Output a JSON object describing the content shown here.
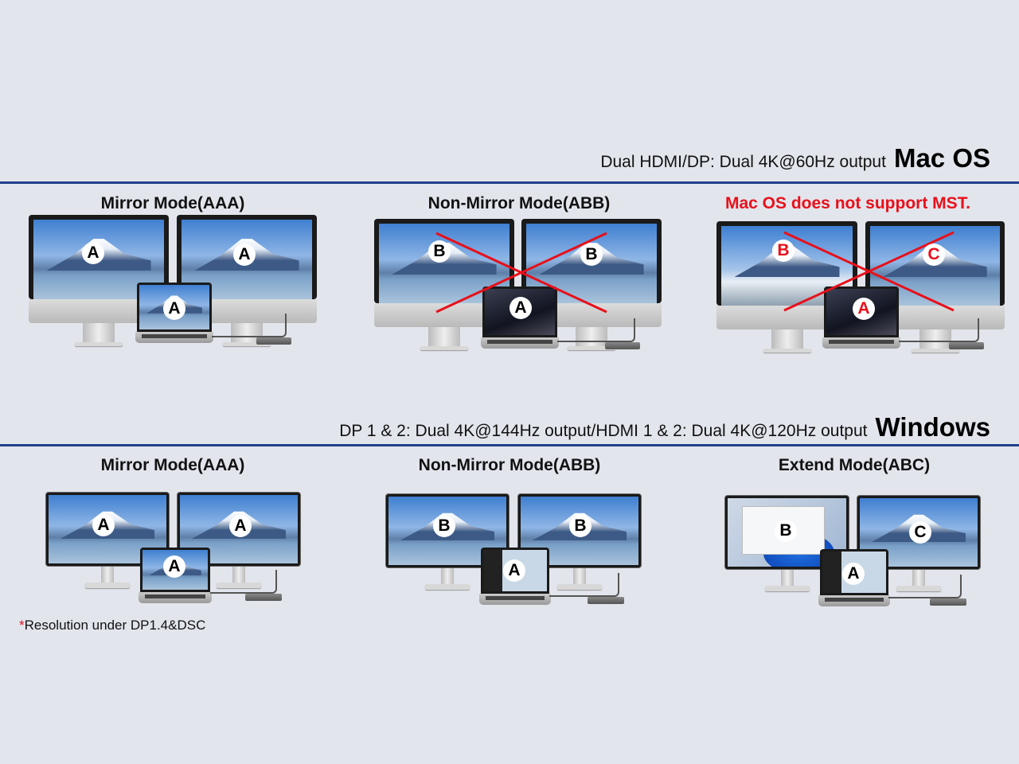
{
  "mac": {
    "subtitle": "Dual HDMI/DP: Dual 4K@60Hz output",
    "os": "Mac OS",
    "scenes": [
      {
        "title": "Mirror Mode(AAA)",
        "labels": [
          "A",
          "A",
          "A"
        ],
        "crossed": false
      },
      {
        "title": "Non-Mirror Mode(ABB)",
        "labels": [
          "B",
          "B",
          "A"
        ],
        "crossed": true
      },
      {
        "title": "Mac OS does not support MST.",
        "labels": [
          "B",
          "C",
          "A"
        ],
        "crossed": true,
        "warning": true
      }
    ]
  },
  "windows": {
    "subtitle": "DP 1 & 2: Dual 4K@144Hz output/HDMI 1 & 2: Dual 4K@120Hz output",
    "os": "Windows",
    "scenes": [
      {
        "title": "Mirror Mode(AAA)",
        "labels": [
          "A",
          "A",
          "A"
        ]
      },
      {
        "title": "Non-Mirror Mode(ABB)",
        "labels": [
          "B",
          "B",
          "A"
        ]
      },
      {
        "title": "Extend Mode(ABC)",
        "labels": [
          "B",
          "C",
          "A"
        ]
      }
    ]
  },
  "footnote": {
    "asterisk": "*",
    "text": "Resolution under DP1.4&DSC"
  },
  "colors": {
    "accent_line": "#1f3f8c",
    "warning": "#e8101a",
    "background": "#e2e5ec"
  }
}
